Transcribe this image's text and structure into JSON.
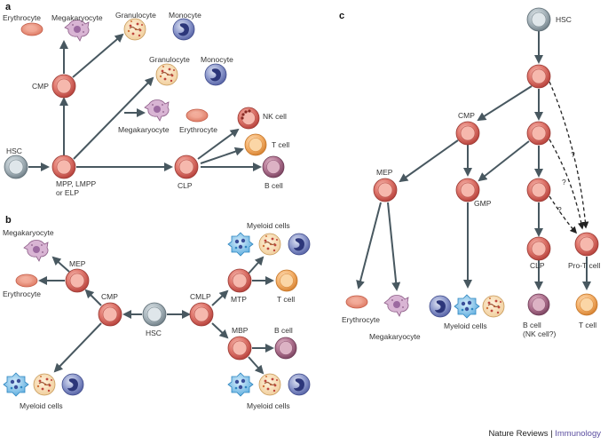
{
  "panels": {
    "a": "a",
    "b": "b",
    "c": "c"
  },
  "a": {
    "hsc": "HSC",
    "mpp_line1": "MPP, LMPP",
    "mpp_line2": "or ELP",
    "cmp": "CMP",
    "clp": "CLP",
    "erythrocyte_top": "Erythrocyte",
    "megakaryocyte_top": "Megakaryocyte",
    "granulocyte_top": "Granulocyte",
    "monocyte_top": "Monocyte",
    "granulocyte_mid": "Granulocyte",
    "monocyte_mid": "Monocyte",
    "megakaryocyte_mid": "Megakaryocyte",
    "erythrocyte_mid": "Erythrocyte",
    "nk_cell": "NK cell",
    "t_cell": "T cell",
    "b_cell": "B cell"
  },
  "b": {
    "megakaryocyte": "Megakaryocyte",
    "mep": "MEP",
    "erythrocyte": "Erythrocyte",
    "cmp": "CMP",
    "hsc": "HSC",
    "cmlp": "CMLP",
    "mtp": "MTP",
    "mbp": "MBP",
    "myeloid_top": "Myeloid cells",
    "t_cell": "T cell",
    "b_cell": "B cell",
    "myeloid_bottom_right": "Myeloid cells",
    "myeloid_bottom_left": "Myeloid cells"
  },
  "c": {
    "hsc": "HSC",
    "cmp": "CMP",
    "mep": "MEP",
    "gmp": "GMP",
    "clp": "CLP",
    "pro_t": "Pro-T cell",
    "q1": "?",
    "q2": "?",
    "q3": "?",
    "erythrocyte": "Erythrocyte",
    "megakaryocyte": "Megakaryocyte",
    "myeloid": "Myeloid cells",
    "b_cell_line1": "B cell",
    "b_cell_line2": "(NK cell?)",
    "t_cell": "T cell"
  },
  "credit": {
    "journal": "Nature Reviews",
    "separator": "|",
    "section": "Immunology"
  },
  "colors": {
    "arrow": "#485860",
    "progenitor": "#d9605a",
    "hsc": "#8c9aa2",
    "b_cell": "#a06080",
    "t_cell": "#f2a050",
    "monocyte": "#4a5aa0",
    "erythrocyte": "#e8907a",
    "accent": "#5b4ea0"
  }
}
